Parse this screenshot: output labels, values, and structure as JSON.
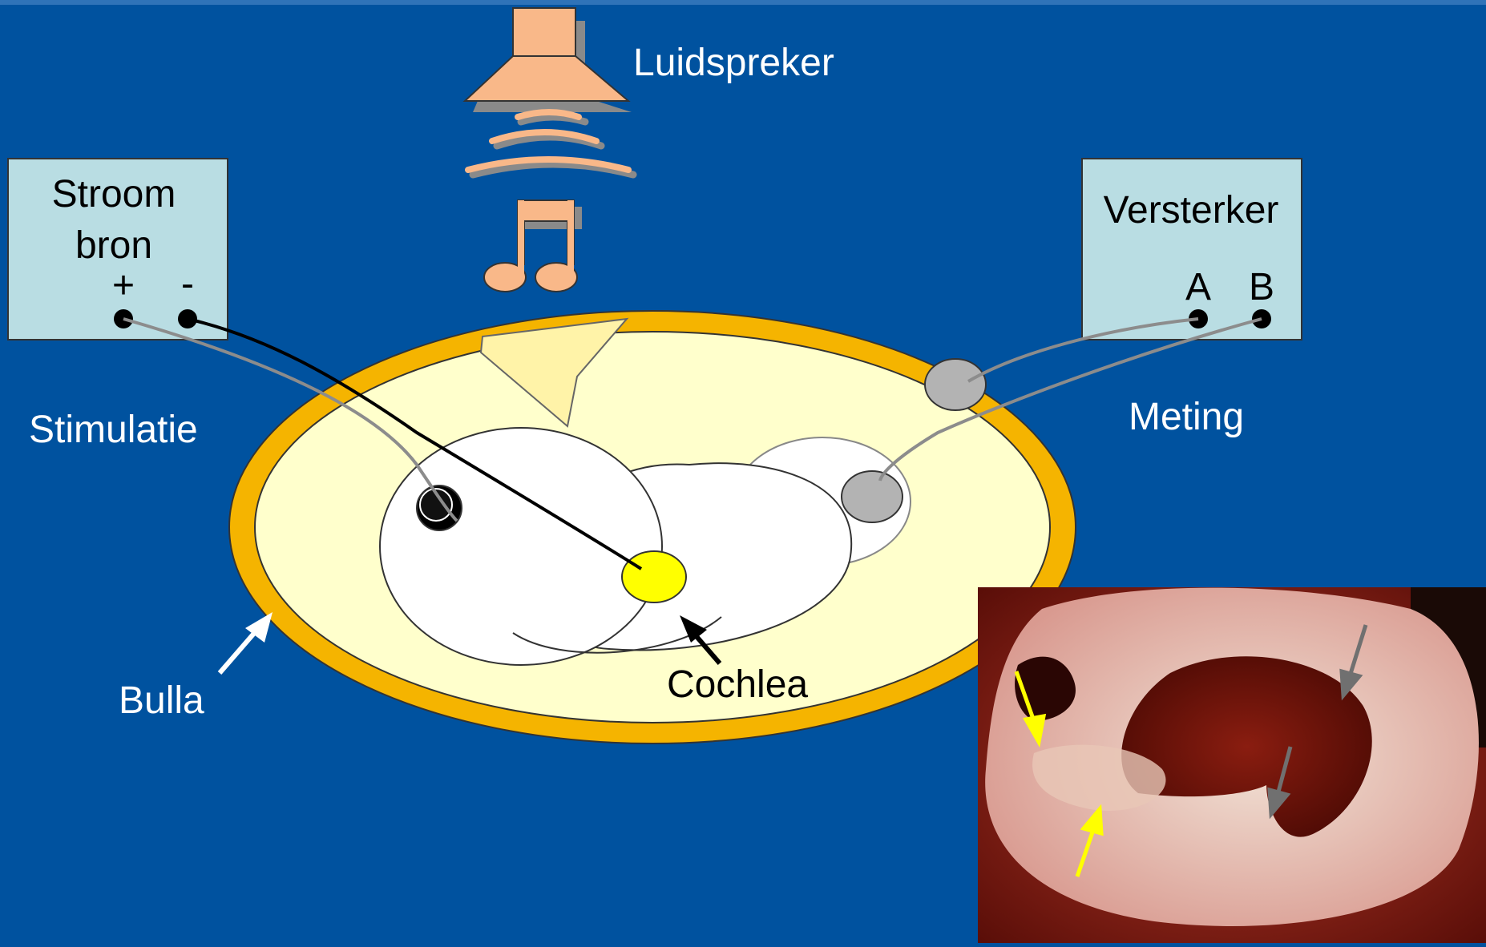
{
  "labels": {
    "speaker": "Luidspreker",
    "current_source_line1": "Stroom",
    "current_source_line2": "bron",
    "plus": "+",
    "minus": "-",
    "amplifier": "Versterker",
    "terminal_a": "A",
    "terminal_b": "B",
    "stimulation": "Stimulatie",
    "measurement": "Meting",
    "bulla": "Bulla",
    "cochlea": "Cochlea"
  },
  "colors": {
    "background": "#00529f",
    "box_fill": "#b9dde3",
    "speaker": "#f9b889",
    "bulla_rim": "#f5b400",
    "bulla_fill": "#ffffcc",
    "cochlea": "#ffffff",
    "electrode_yellow": "#ffff00",
    "electrode_gray": "#b3b3b3",
    "photo_arrow_yellow": "#ffff00",
    "photo_arrow_gray": "#707070"
  },
  "photo": {
    "description_icon": "cochlea-photo"
  }
}
